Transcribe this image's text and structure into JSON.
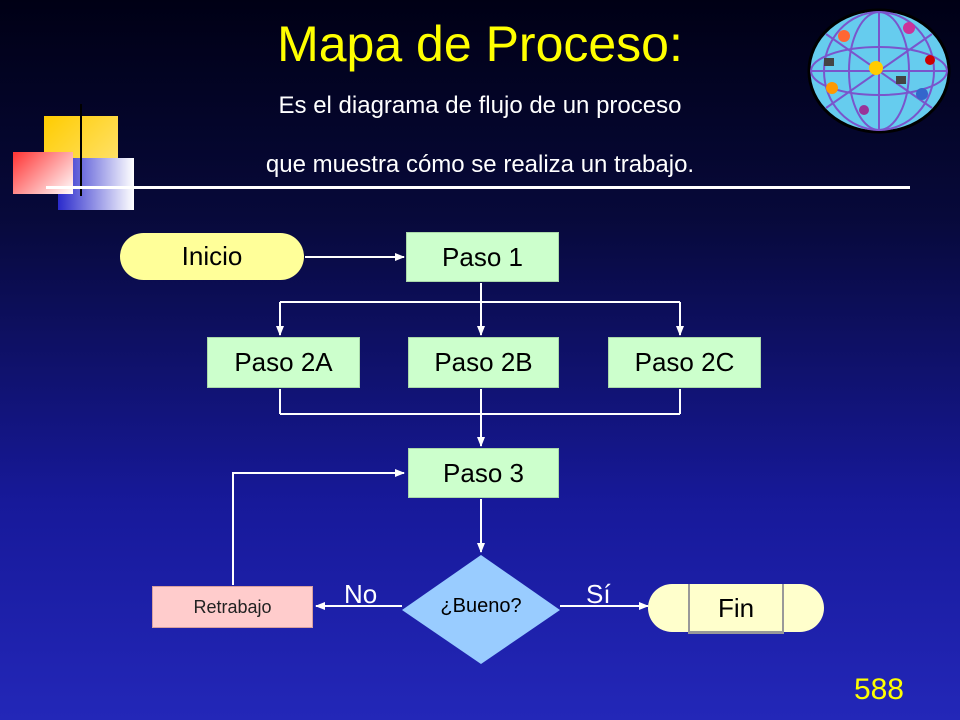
{
  "header": {
    "title": "Mapa de Proceso:",
    "subtitle_line1": "Es el diagrama de flujo de un proceso",
    "subtitle_line2": "que muestra cómo se realiza un trabajo."
  },
  "flow": {
    "start": "Inicio",
    "step1": "Paso 1",
    "step2a": "Paso 2A",
    "step2b": "Paso 2B",
    "step2c": "Paso 2C",
    "step3": "Paso 3",
    "decision": "¿Bueno?",
    "rework": "Retrabajo",
    "end": "Fin",
    "label_no": "No",
    "label_yes": "Sí"
  },
  "footer": {
    "page_number": "588"
  },
  "colors": {
    "title": "#ffff00",
    "step_fill": "#ccffcc",
    "start_fill": "#ffff99",
    "end_fill": "#ffffcc",
    "decision_fill": "#99ccff",
    "rework_fill": "#ffcccc"
  }
}
